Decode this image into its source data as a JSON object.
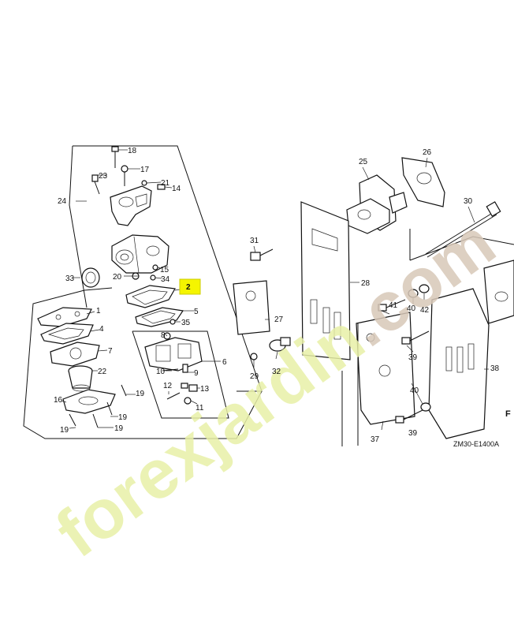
{
  "diagram": {
    "code": "ZM30-E1400A",
    "corner_letter": "F",
    "highlight_label": "2",
    "labels": [
      "1",
      "4",
      "5",
      "6",
      "7",
      "8",
      "9",
      "10",
      "11",
      "12",
      "13",
      "14",
      "15",
      "16",
      "17",
      "18",
      "19",
      "19",
      "19",
      "19",
      "20",
      "21",
      "22",
      "23",
      "24",
      "25",
      "26",
      "27",
      "28",
      "29",
      "30",
      "31",
      "32",
      "33",
      "34",
      "35",
      "37",
      "38",
      "39",
      "39",
      "40",
      "40",
      "41",
      "42"
    ]
  },
  "watermark": {
    "brand": "forexjardin",
    "suffix": ".com",
    "main_color": "#e8f0a8",
    "accent_color": "#f3c79a",
    "suffix_color": "#d8c8b8"
  }
}
